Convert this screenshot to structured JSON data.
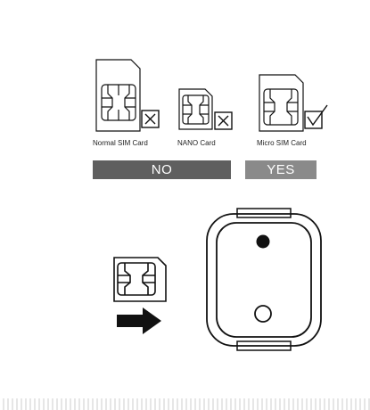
{
  "cards": {
    "normal_label": "Normal SIM Card",
    "nano_label": "NANO Card",
    "micro_label": "Micro SIM Card"
  },
  "banners": {
    "no_label": "NO",
    "yes_label": "YES"
  },
  "icons": {
    "normal_status": "cross-icon",
    "nano_status": "cross-icon",
    "micro_status": "checkmark-icon",
    "insert_arrow": "arrow-right-icon"
  },
  "colors": {
    "no_banner": "#5f5f5f",
    "yes_banner": "#8a8a8a",
    "line": "#111111"
  }
}
